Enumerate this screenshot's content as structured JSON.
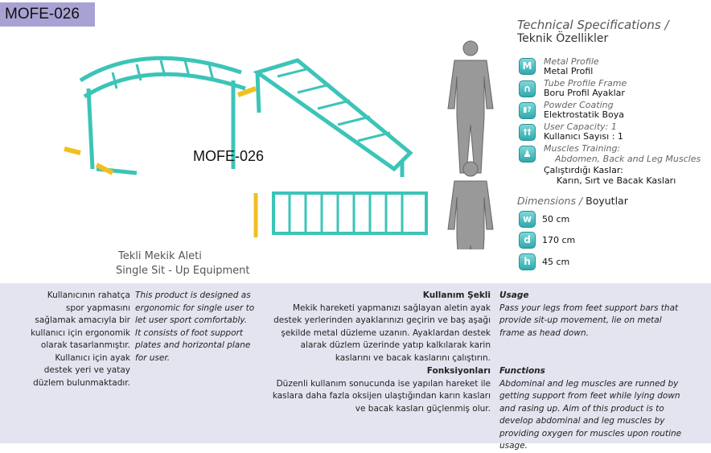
{
  "title_badge": "MOFE-026",
  "product_code": "MOFE-026",
  "product_name_tr": "Tekli Mekik Aleti",
  "product_name_en": "Single Sit - Up Equipment",
  "specs": {
    "title_en": "Technical Specifications /",
    "title_tr": "Teknik Özellikler",
    "items": [
      {
        "icon": "M",
        "en": "Metal Profile",
        "tr": "Metal Profil"
      },
      {
        "icon": "∩",
        "en": "Tube Profile Frame",
        "tr": "Boru Profil Ayaklar"
      },
      {
        "icon": "▮?",
        "en": "Powder Coating",
        "tr": "Elektrostatik Boya"
      },
      {
        "icon": "††",
        "en": "User Capacity:  1",
        "tr": "Kullanıcı Sayısı : 1"
      },
      {
        "icon": "♟",
        "en": "Muscles Training:",
        "en2": "Abdomen, Back and Leg Muscles",
        "tr": "Çalıştırdığı Kaslar:",
        "tr2": "Karın, Sırt ve Bacak Kasları"
      }
    ],
    "dimensions_en": "Dimensions /",
    "dimensions_tr": "Boyutlar",
    "dims": [
      {
        "icon": "w",
        "value": "50 cm"
      },
      {
        "icon": "d",
        "value": "170 cm"
      },
      {
        "icon": "h",
        "value": "45 cm"
      }
    ]
  },
  "description": {
    "tr": [
      "Kullanıcının rahatça",
      "spor yapmasını",
      "sağlamak amacıyla bir",
      "kullanıcı için ergonomik",
      "olarak tasarlanmıştır.",
      "Kullanıcı için ayak",
      "destek yeri ve yatay",
      "düzlem bulunmaktadır."
    ],
    "en": [
      "This product is designed as",
      "ergonomic for single user to",
      "let user sport comfortably.",
      "It consists of foot support",
      "plates and horizontal plane",
      "for user."
    ]
  },
  "usage": {
    "title_tr": "Kullanım Şekli",
    "tr": [
      "Mekik hareketi yapmanızı sağlayan aletin ayak",
      "destek yerlerinden ayaklarınızı geçirin ve baş aşağı",
      "şekilde metal düzleme uzanın. Ayaklardan destek",
      "alarak düzlem üzerinde yatıp kalkılarak karin",
      "kaslarını ve bacak kaslarını çalıştırın."
    ],
    "title_en": "Usage",
    "en": [
      "Pass your legs from feet support bars that",
      "provide sit-up movement, lie on metal",
      "frame as head down."
    ]
  },
  "functions": {
    "title_tr": "Fonksiyonları",
    "tr": [
      "Düzenli kullanım sonucunda ise yapılan hareket ile",
      "kaslara daha fazla oksijen ulaştığından karın kasları",
      "ve bacak kasları güçlenmiş olur."
    ],
    "title_en": "Functions",
    "en": [
      "Abdominal and leg muscles are runned by",
      "getting support from feet while lying down",
      "and rasing up. Aim of this product is to",
      "develop abdominal and leg muscles by",
      "providing oxygen for muscles upon routine",
      "usage."
    ]
  }
}
